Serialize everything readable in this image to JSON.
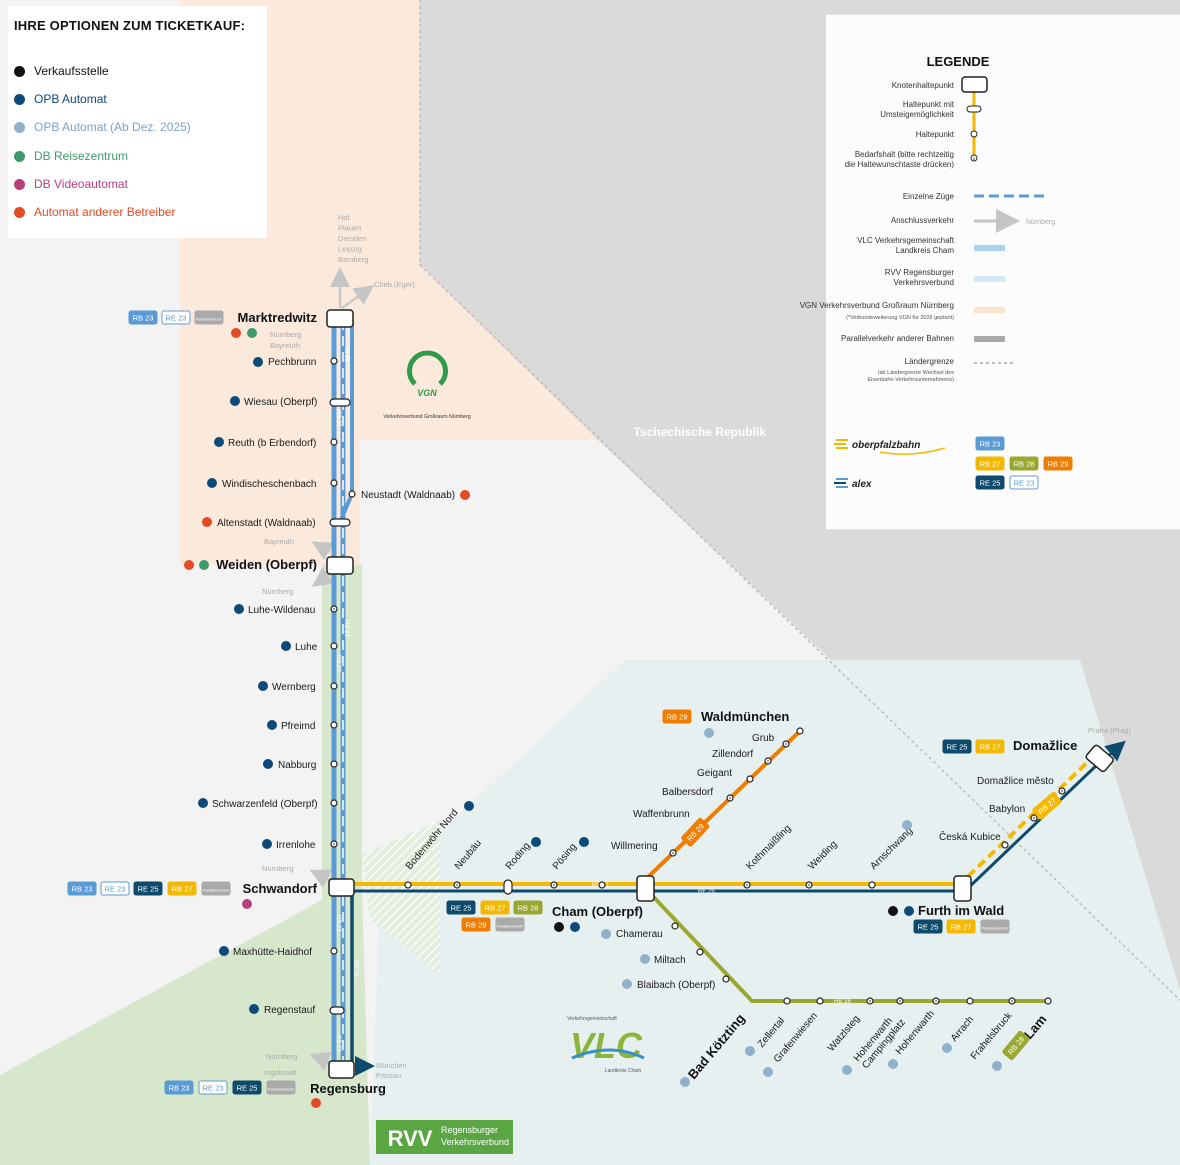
{
  "options": {
    "title": "IHRE OPTIONEN ZUM TICKETKAUF:",
    "items": [
      {
        "label": "Verkaufsstelle",
        "color": "#111111",
        "text_color": "#111111"
      },
      {
        "label": "OPB Automat",
        "color": "#0d4a7a",
        "text_color": "#0d4a7a"
      },
      {
        "label": "OPB Automat (Ab Dez. 2025)",
        "color": "#8fb1cc",
        "text_color": "#7ea3c1"
      },
      {
        "label": "DB Reisezentrum",
        "color": "#3f9a6b",
        "text_color": "#3f9a6b"
      },
      {
        "label": "DB Videoautomat",
        "color": "#b8407a",
        "text_color": "#b8407a"
      },
      {
        "label": "Automat anderer Betreiber",
        "color": "#e24b25",
        "text_color": "#e24b25"
      }
    ]
  },
  "legend": {
    "title": "LEGENDE",
    "items": [
      "Knotenhaltepunkt",
      "Haltepunkt mit Umsteigemöglichkeit",
      "Haltepunkt",
      "Bedarfshalt (bitte rechtzeitig die Haltewunschtaste drücken)",
      "Einzelne Züge",
      "Anschlussverkehr",
      "VLC Verkehrsgemeinschaft Landkreis Cham",
      "RVV Regensburger Verkehrsverbund",
      "VGN Verkehrsverbund Großraum Nürnberg",
      "(*Verbundeweiterung VGN für 2026 geplant)",
      "Parallelverkehr anderer Bahnen",
      "Ländergrenze",
      "(ab Ländergrenze Wechsel des Eisenbahn-Verkehrsunternehmens)"
    ],
    "nuernberg": "Nürnberg",
    "operators": [
      {
        "name": "oberpfalzbahn",
        "lines": [
          "RB 23",
          "RB 27",
          "RB 28",
          "RB 29"
        ]
      },
      {
        "name": "alex",
        "lines": [
          "RE 25",
          "RE 23"
        ]
      }
    ]
  },
  "regions": {
    "czech": "Tschechische Republik",
    "vgn_logo_text": "Verkehrsverbund Großraum Nürnberg",
    "vgn_mark": "VGN",
    "vlc_top": "Verkehrsgemeinschaft",
    "vlc_mark": "VLC",
    "vlc_bottom": "Landkreis Cham",
    "rvv_mark": "RVV",
    "rvv_text1": "Regensburger",
    "rvv_text2": "Verkehrsverbund"
  },
  "line_labels": {
    "rb23": "RB 23",
    "re23": "RE 23",
    "re25": "RE 25",
    "rb27": "RB 27",
    "rb28": "RB 28",
    "rb29": "RB 29",
    "parallel": "Parallelverkehr"
  },
  "connections": {
    "north": "Hof Plauen Dresden Leipzig Bamberg",
    "north_list": [
      "Hof",
      "Plauen",
      "Dresden",
      "Leipzig",
      "Bamberg"
    ],
    "cheb": "Cheb (Eger)",
    "mk_nuernberg": "Nürnberg",
    "mk_bayreuth": "Bayreuth",
    "wei_bayreuth": "Bayreuth",
    "wei_nuernberg": "Nürnberg",
    "sad_nuernberg": "Nürnberg",
    "reg_nuernberg": "Nürnberg",
    "reg_ingolstadt": "Ingolstadt",
    "reg_muenchen": "München",
    "reg_passau": "Passau",
    "praha": "Praha (Prag)"
  },
  "stations": {
    "marktredwitz": "Marktredwitz",
    "pechbrunn": "Pechbrunn",
    "wiesau": "Wiesau (Oberpf)",
    "reuth": "Reuth (b Erbendorf)",
    "windischeschenbach": "Windischeschenbach",
    "neustadt": "Neustadt (Waldnaab)",
    "altenstadt": "Altenstadt (Waldnaab)",
    "weiden": "Weiden (Oberpf)",
    "luhe_wildenau": "Luhe-Wildenau",
    "luhe": "Luhe",
    "wernberg": "Wernberg",
    "pfreimd": "Pfreimd",
    "nabburg": "Nabburg",
    "schwarzenfeld": "Schwarzenfeld (Oberpf)",
    "irrenlohe": "Irrenlohe",
    "schwandorf": "Schwandorf",
    "maxhuette": "Maxhütte-Haidhof",
    "regenstauf": "Regenstauf",
    "regensburg": "Regensburg",
    "bodenwoehr": "Bodenwöhr Nord",
    "neubaeu": "Neubäu",
    "roding": "Roding",
    "poesing": "Pösing",
    "cham": "Cham (Oberpf)",
    "willmering": "Willmering",
    "waffenbrunn": "Waffenbrunn",
    "balbersdorf": "Balbersdorf",
    "geigant": "Geigant",
    "zillendorf": "Zillendorf",
    "grub": "Grub",
    "waldmuenchen": "Waldmünchen",
    "kothmaissling": "Kothmaißling",
    "weiding": "Weiding",
    "arnschwang": "Arnschwang",
    "furth": "Furth im Wald",
    "ceska_kubice": "Česká Kubice",
    "babylon": "Babylon",
    "domazlice_mesto": "Domažlice město",
    "domazlice": "Domažlice",
    "chamerau": "Chamerau",
    "miltach": "Miltach",
    "blaibach": "Blaibach (Oberpf)",
    "bad_koetzting": "Bad Kötzting",
    "zellertal": "Zellertal",
    "grafenwiesen": "Grafenwiesen",
    "watzlsteg": "Watzlsteg",
    "hohenwarth_cp": "Hohenwarth Campingplatz",
    "hohenwarth_cp_1": "Hohenwarth",
    "hohenwarth_cp_2": "Campingplatz",
    "hohenwarth": "Hohenwarth",
    "arrach": "Arrach",
    "fraehelsbruck": "Frahelsbruck",
    "lam": "Lam"
  },
  "colors": {
    "rb23": "#5b9bd5",
    "re23": "#ffffff",
    "re25": "#0d4a6b",
    "rb27": "#f5b800",
    "rb28": "#9aa832",
    "rb29": "#ef7d00",
    "parallel": "#aaaaaa",
    "vgn_area": "#fbe9dc",
    "czech_area": "#dadada",
    "vlc_area": "#e6f0f1",
    "rvv_area": "#d3e5c9"
  }
}
